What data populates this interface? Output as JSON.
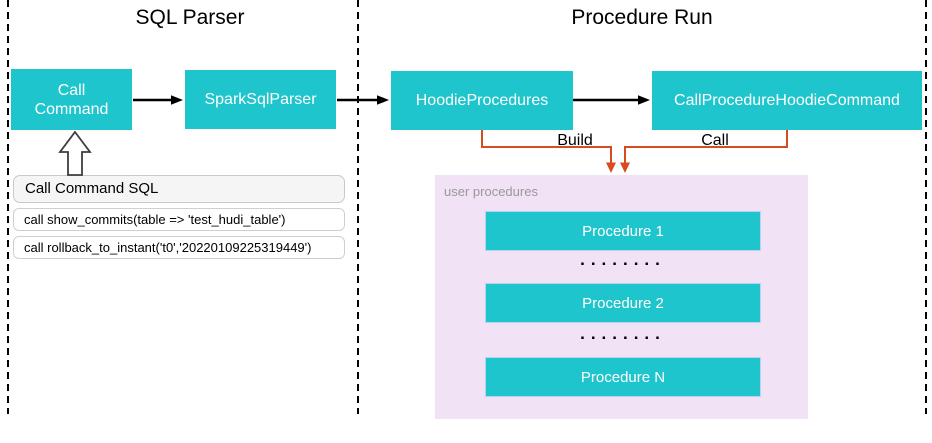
{
  "colors": {
    "node_fill": "#1EC5CC",
    "connector_orange": "#D84B20",
    "user_procedures_fill": "#F2E2F5",
    "table_header_fill": "#F5F5F5"
  },
  "sql_parser": {
    "title": "SQL Parser",
    "call_command_node": "Call\nCommand",
    "spark_sql_parser_node": "SparkSqlParser",
    "sql_table": {
      "header": "Call Command SQL",
      "rows": [
        "call show_commits(table => 'test_hudi_table')",
        "call rollback_to_instant('t0','20220109225319449')"
      ]
    }
  },
  "procedure_run": {
    "title": "Procedure Run",
    "hoodie_procedures_node": "HoodieProcedures",
    "call_procedure_node": "CallProcedureHoodieCommand",
    "build_label": "Build",
    "call_label": "Call",
    "user_procedures": {
      "label": "user procedures",
      "procedures": [
        "Procedure 1",
        "Procedure 2",
        "Procedure N"
      ],
      "ellipsis": "........"
    }
  }
}
